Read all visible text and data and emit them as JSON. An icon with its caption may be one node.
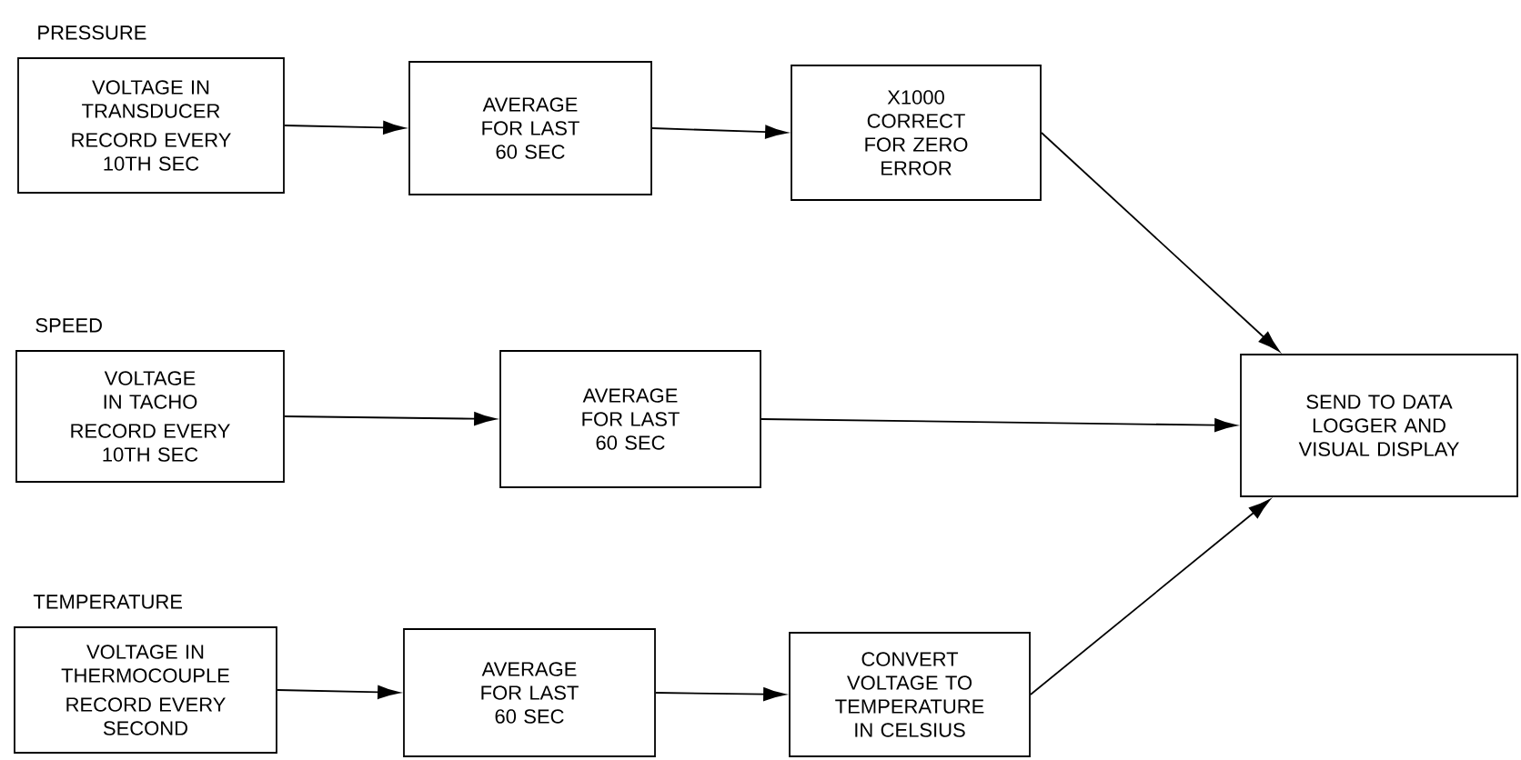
{
  "diagram": {
    "nodes": [
      {
        "text": [
          "PRESSURE",
          "VOLTAGE IN TRANSDUCER",
          "RECORD EVERY 10TH SEC"
        ]
      },
      {
        "text": [
          "AVERAGE FOR LAST 60 SEC"
        ]
      },
      {
        "text": [
          "X1000 CORRECT FOR ZERO ERROR"
        ]
      },
      {
        "text": [
          "SPEED",
          "VOLTAGE IN TACHO",
          "RECORD EVERY 10TH SEC"
        ]
      },
      {
        "text": [
          "AVERAGE FOR LAST 60 SEC"
        ]
      },
      {
        "text": [
          "SEND TO DATA LOGGER AND VISUAL DISPLAY"
        ]
      },
      {
        "text": [
          "TEMPERATURE",
          "VOLTAGE IN THERMOCOUPLE",
          "RECORD EVERY SECOND"
        ]
      },
      {
        "text": [
          "AVERAGE FOR LAST 60 SEC"
        ]
      },
      {
        "text": [
          "CONVERT VOLTAGE TO TEMPERATURE IN CELSIUS"
        ]
      }
    ],
    "edges": [
      {
        "from": 0,
        "to": 1,
        "arrow": "to"
      },
      {
        "from": 1,
        "to": 2,
        "arrow": "to"
      },
      {
        "from": 2,
        "to": 5,
        "arrow": "to"
      },
      {
        "from": 3,
        "to": 4,
        "arrow": "to"
      },
      {
        "from": 4,
        "to": 5,
        "arrow": "to"
      },
      {
        "from": 6,
        "to": 7,
        "arrow": "to"
      },
      {
        "from": 7,
        "to": 8,
        "arrow": "to"
      },
      {
        "from": 8,
        "to": 5,
        "arrow": "to"
      }
    ]
  }
}
